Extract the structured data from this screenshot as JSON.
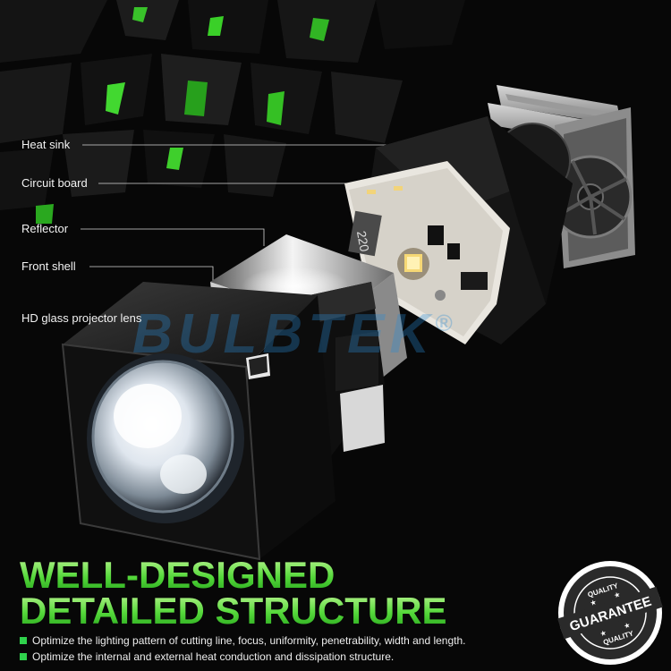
{
  "callouts": [
    {
      "label": "Heat sink"
    },
    {
      "label": "Circuit board"
    },
    {
      "label": "Reflector"
    },
    {
      "label": "Front shell"
    },
    {
      "label": "HD glass projector lens"
    }
  ],
  "watermark": {
    "brand": "BULBTEK",
    "mark": "®"
  },
  "board_marking": "220",
  "headline": {
    "line1": "WELL-DESIGNED",
    "line2": "DETAILED STRUCTURE"
  },
  "bullets": [
    "Optimize the lighting pattern of cutting line, focus, uniformity, penetrability, width and length.",
    "Optimize the internal and external heat conduction and dissipation structure."
  ],
  "badge": {
    "top": "QUALITY",
    "main": "GUARANTEE",
    "bottom": "QUALITY"
  },
  "colors": {
    "accent_green": "#2fd24c",
    "headline_light": "#baf590",
    "headline_dark": "#27a51d",
    "watermark_blue": "#288cd7"
  }
}
